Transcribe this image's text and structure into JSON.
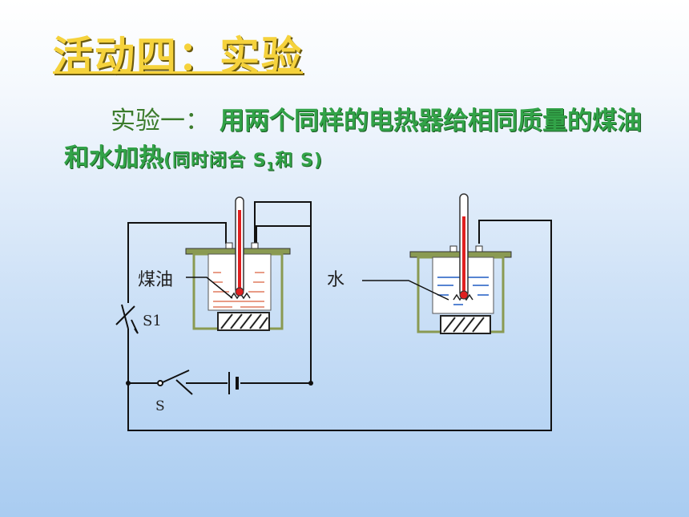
{
  "title": "活动四：实验",
  "experiment": {
    "lead": "实验一：",
    "text": "用两个同样的电热器给相同质量的煤油和水加热",
    "note_open": "(同时闭合 S",
    "note_sub": "1",
    "note_close": "和 S)"
  },
  "diagram": {
    "label_kerosene": "煤油",
    "label_water": "水",
    "label_switch1": "S1",
    "label_switch": "S",
    "colors": {
      "kerosene": "#e07a5f",
      "water": "#1f5cc4",
      "thermometer": "#e02020",
      "lid": "#8a9a52"
    }
  }
}
